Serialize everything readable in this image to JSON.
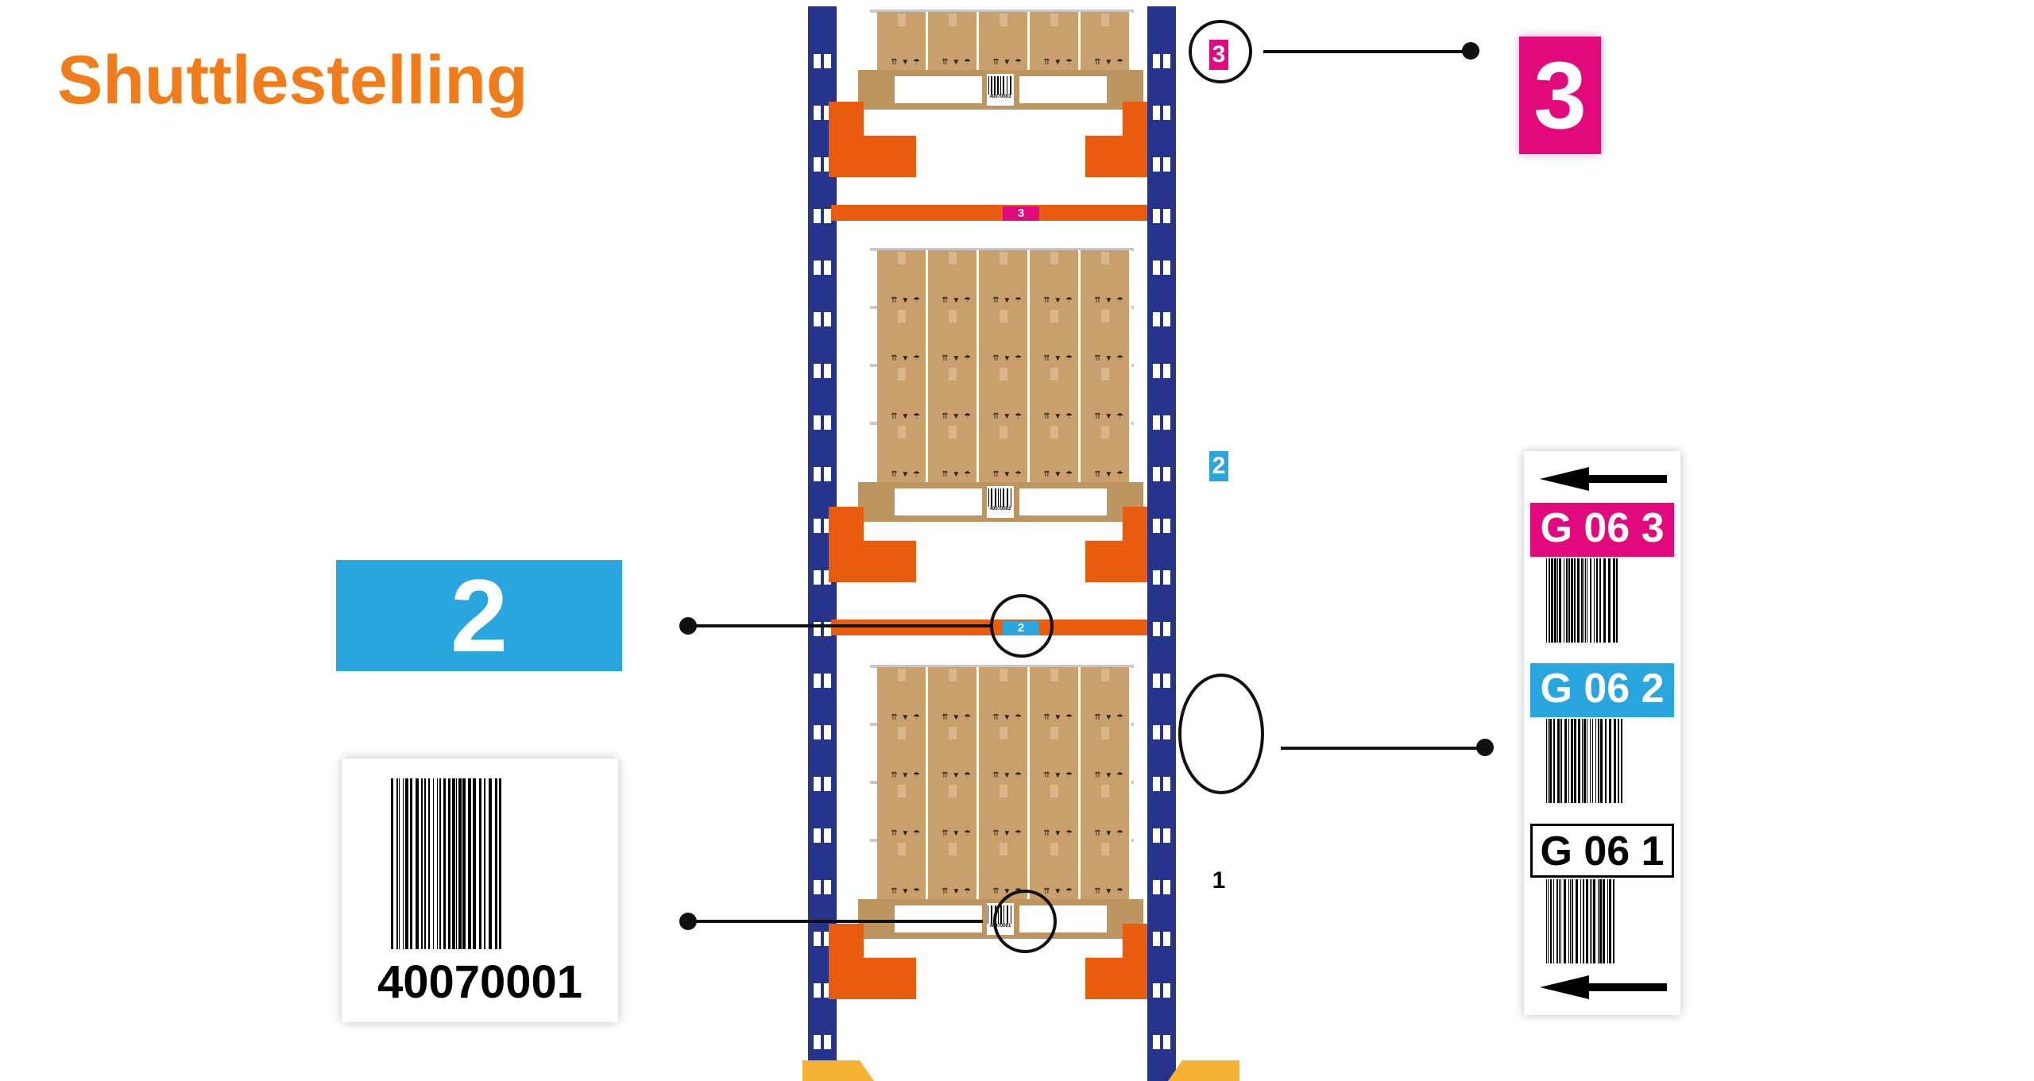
{
  "title": "Shuttlestelling",
  "colors": {
    "orange": "#e95b0f",
    "magenta": "#e2097c",
    "cyan": "#29a6de",
    "blue": "#27348b",
    "box": "#c9a06c"
  },
  "levels": {
    "beam_top": "3",
    "beam_middle": "2",
    "upright_3": "3",
    "upright_2": "2",
    "upright_1": "1"
  },
  "pallets": [
    {
      "barcode": "40070003",
      "layers": 1
    },
    {
      "barcode": "40070002",
      "layers": 4
    },
    {
      "barcode": "40070001",
      "layers": 4
    }
  ],
  "big_level_3": "3",
  "big_level_2": "2",
  "barcode_card": {
    "number": "40070001"
  },
  "rack_label": {
    "codes": [
      {
        "text": "G 06 3",
        "color": "#e2097c"
      },
      {
        "text": "G 06 2",
        "color": "#29a6de"
      },
      {
        "text": "G 06 1",
        "color": "#ffffff"
      }
    ],
    "arrow_icon": "arrow-left-icon"
  }
}
